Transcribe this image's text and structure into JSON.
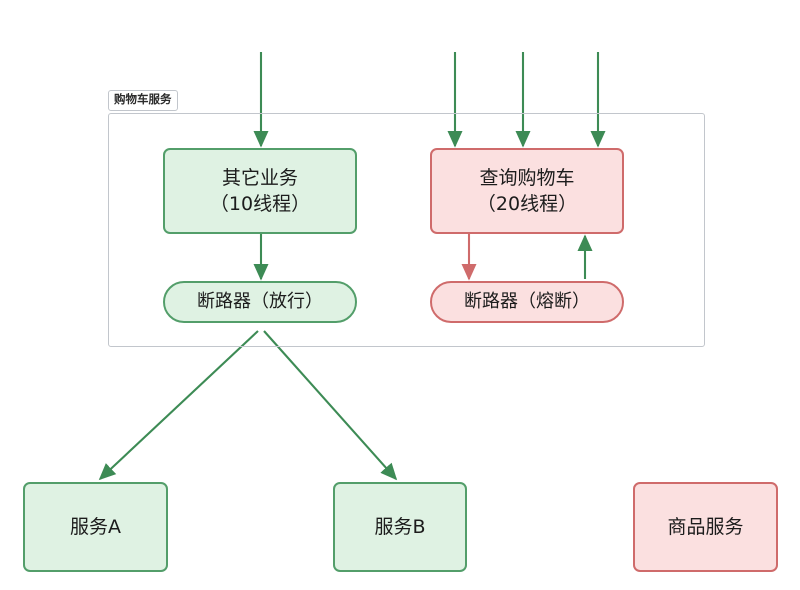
{
  "diagram": {
    "title_label": "购物车服务",
    "background_color": "#ffffff",
    "group": {
      "name": "shopping-cart-service-group",
      "label": "购物车服务",
      "border_color": "#c2c6cc"
    },
    "palette": {
      "green_border": "#539e6a",
      "green_fill": "#dff2e3",
      "red_border": "#cf6b6b",
      "red_fill": "#fbe0e0",
      "green_arrow": "#3d8b55",
      "red_arrow": "#cf6b6b",
      "group_border": "#c2c6cc"
    },
    "nodes": {
      "other_business": {
        "line1": "其它业务",
        "line2": "（10线程）",
        "color": "green",
        "shape": "rect"
      },
      "query_cart": {
        "line1": "查询购物车",
        "line2": "（20线程）",
        "color": "red",
        "shape": "rect"
      },
      "breaker_pass": {
        "line1": "断路器（放行）",
        "color": "green",
        "shape": "oval"
      },
      "breaker_trip": {
        "line1": "断路器（熔断）",
        "color": "red",
        "shape": "oval"
      },
      "service_a": {
        "line1": "服务A",
        "color": "green",
        "shape": "rect"
      },
      "service_b": {
        "line1": "服务B",
        "color": "green",
        "shape": "rect"
      },
      "product_service": {
        "line1": "商品服务",
        "color": "red",
        "shape": "rect"
      }
    },
    "edges": [
      {
        "name": "inbound-to-other-business",
        "color": "green",
        "direction": "down"
      },
      {
        "name": "inbound-to-query-cart-1",
        "color": "green",
        "direction": "down"
      },
      {
        "name": "inbound-to-query-cart-2",
        "color": "green",
        "direction": "down"
      },
      {
        "name": "inbound-to-query-cart-3",
        "color": "green",
        "direction": "down"
      },
      {
        "name": "other-business-to-breaker-pass",
        "color": "green",
        "direction": "down"
      },
      {
        "name": "query-cart-to-breaker-trip",
        "color": "red",
        "direction": "down"
      },
      {
        "name": "breaker-trip-to-query-cart",
        "color": "green",
        "direction": "up"
      },
      {
        "name": "breaker-pass-to-service-a",
        "color": "green",
        "direction": "diagonal-left"
      },
      {
        "name": "breaker-pass-to-service-b",
        "color": "green",
        "direction": "diagonal-right"
      }
    ]
  }
}
